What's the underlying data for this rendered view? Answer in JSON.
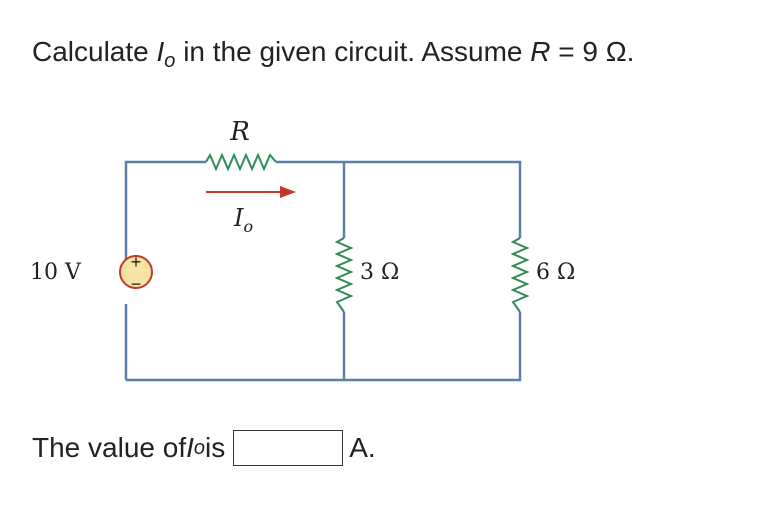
{
  "question": {
    "prefix": "Calculate ",
    "current_symbol": "I",
    "current_subscript": "o",
    "middle": " in the given circuit. Assume ",
    "resistor_symbol": "R",
    "equals_value": " = 9 Ω."
  },
  "circuit": {
    "source_label": "10 V",
    "source_plus": "+",
    "source_minus": "−",
    "resistor_r_label": "R",
    "current_label": "I",
    "current_label_sub": "o",
    "resistor_3_label": "3 Ω",
    "resistor_6_label": "6 Ω",
    "wire_color": "#5b7fa6",
    "arrow_color": "#c0392b",
    "resistor_color": "#2e8b57",
    "source_fill": "#f7e3a3",
    "source_stroke": "#c0392b"
  },
  "answer": {
    "prefix": "The value of ",
    "current_symbol": "I",
    "current_subscript": "o",
    "is_text": " is",
    "input_value": "",
    "unit": "A."
  }
}
